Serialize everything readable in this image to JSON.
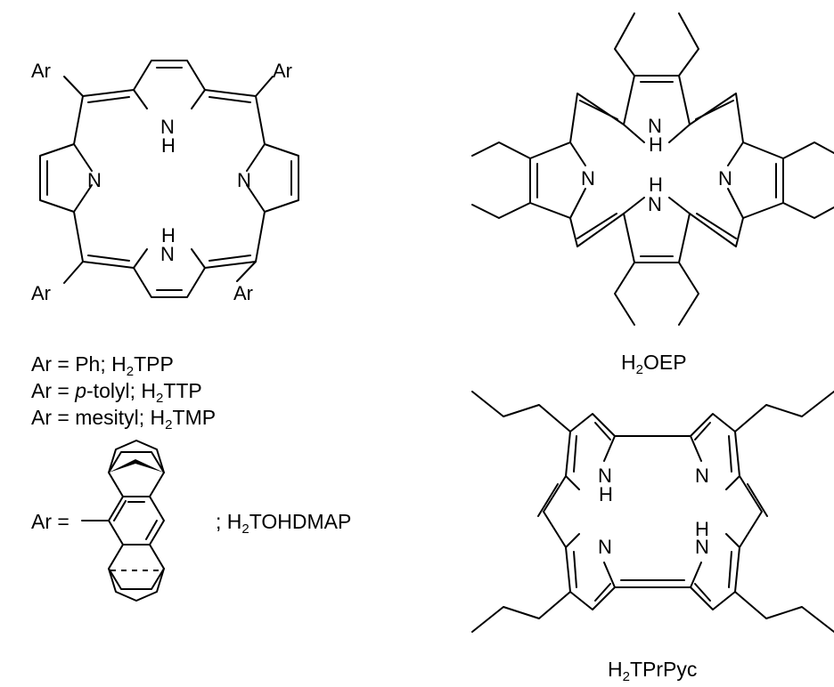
{
  "structures": {
    "tpp": {
      "ar": "Ar",
      "n": "N",
      "h": "H"
    },
    "legend": [
      {
        "ar": "Ar = ",
        "sub": "",
        "mid": "Ph; H",
        "num": "2",
        "rest": "TPP"
      },
      {
        "ar": "Ar = ",
        "sub": "p",
        "mid": "-tolyl; H",
        "num": "2",
        "rest": "TTP"
      },
      {
        "ar": "Ar = ",
        "sub": "",
        "mid": "mesityl; H",
        "num": "2",
        "rest": "TMP"
      }
    ],
    "tohdmap": {
      "prefix": "Ar =",
      "name_pre": "; H",
      "name_num": "2",
      "name_rest": "TOHDMAP"
    },
    "oep": {
      "name_pre": "H",
      "name_num": "2",
      "name_rest": "OEP",
      "n": "N",
      "h": "H"
    },
    "tprpyc": {
      "name_pre": "H",
      "name_num": "2",
      "name_rest": "TPrPyc",
      "n": "N",
      "h": "H"
    }
  }
}
